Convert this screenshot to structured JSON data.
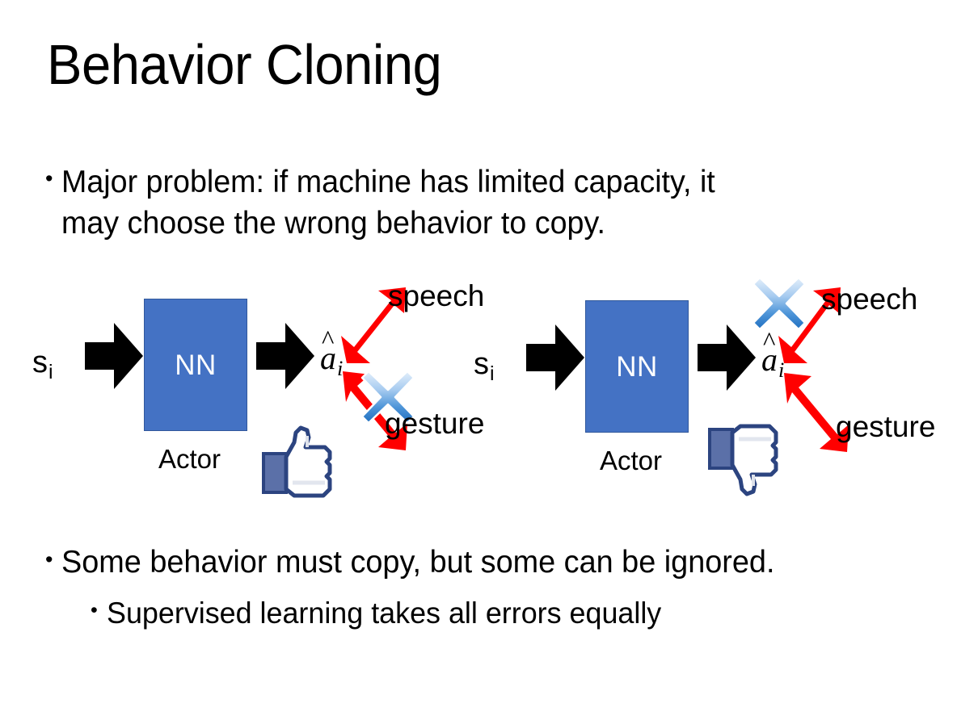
{
  "slide": {
    "title": "Behavior Cloning",
    "background_color": "#FFFFFF",
    "text_color": "#000000"
  },
  "bullets": {
    "top": {
      "marker": "•",
      "line1": "Major problem: if machine has limited capacity, it",
      "line2": "may choose the wrong behavior to copy."
    },
    "bottom": [
      {
        "marker": "•",
        "level": 1,
        "text": "Some behavior must copy, but some can be ignored."
      },
      {
        "marker": "•",
        "level": 2,
        "text": "Supervised learning takes all errors equally"
      }
    ]
  },
  "colors": {
    "nn_box_fill": "#4472C4",
    "nn_box_border": "#31589C",
    "arrow_black": "#000000",
    "modality_arrow_red": "#FF0000",
    "x_mark_blue_light": "#CFE2F7",
    "x_mark_blue_mid": "#5FA0DC",
    "x_mark_blue_dark": "#1F6FC0",
    "thumb_outline": "#3B5998",
    "thumb_fill": "#FFFFFF",
    "thumb_cuff": "#5B70A8"
  },
  "diagrams": [
    {
      "id": "left",
      "state_label": {
        "base": "s",
        "subscript": "i"
      },
      "input_arrow": "block-arrow-right",
      "model_box": {
        "label": "NN",
        "caption": "Actor"
      },
      "output_arrow": "block-arrow-right",
      "action_label": {
        "base": "a",
        "accent": "̂",
        "subscript": "i"
      },
      "modalities": [
        {
          "name": "speech",
          "position": "upper",
          "arrow": "double-headed-red-arrow",
          "crossed_out": false
        },
        {
          "name": "gesture",
          "position": "lower",
          "arrow": "double-headed-red-arrow",
          "crossed_out": true
        }
      ],
      "feedback": {
        "icon": "thumbs-up-icon",
        "sentiment": "positive"
      }
    },
    {
      "id": "right",
      "state_label": {
        "base": "s",
        "subscript": "i"
      },
      "input_arrow": "block-arrow-right",
      "model_box": {
        "label": "NN",
        "caption": "Actor"
      },
      "output_arrow": "block-arrow-right",
      "action_label": {
        "base": "a",
        "accent": "̂",
        "subscript": "i"
      },
      "modalities": [
        {
          "name": "speech",
          "position": "upper",
          "arrow": "double-headed-red-arrow",
          "crossed_out": true
        },
        {
          "name": "gesture",
          "position": "lower",
          "arrow": "double-headed-red-arrow",
          "crossed_out": false
        }
      ],
      "feedback": {
        "icon": "thumbs-down-icon",
        "sentiment": "negative"
      }
    }
  ]
}
